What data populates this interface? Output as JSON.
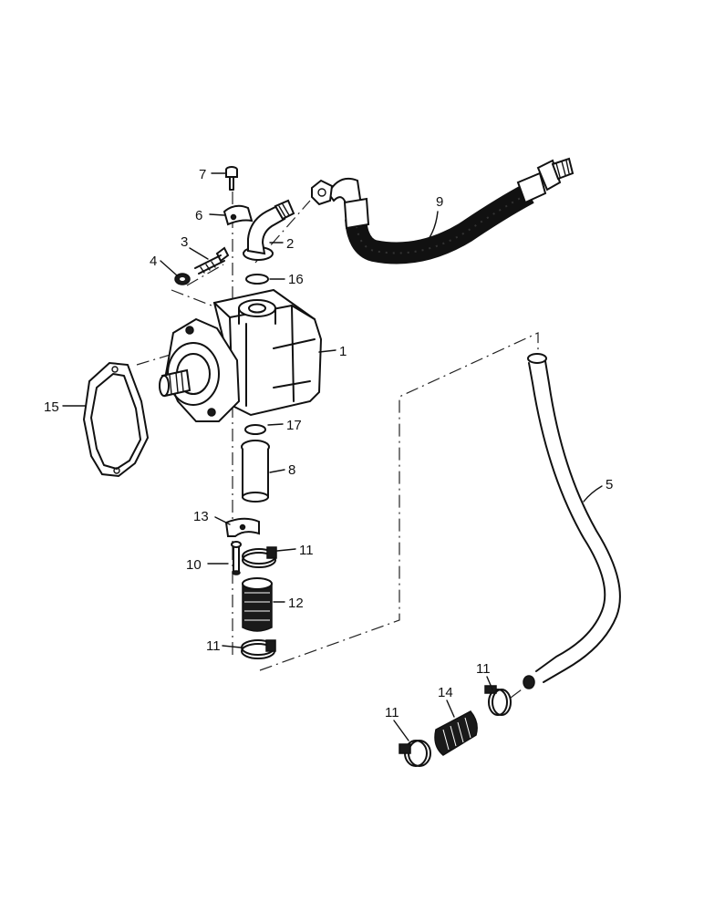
{
  "diagram": {
    "labels": {
      "p1": "1",
      "p2": "2",
      "p3": "3",
      "p4": "4",
      "p5": "5",
      "p6": "6",
      "p7": "7",
      "p8": "8",
      "p9": "9",
      "p10": "10",
      "p11a": "11",
      "p11b": "11",
      "p11c": "11",
      "p11d": "11",
      "p12": "12",
      "p13": "13",
      "p14": "14",
      "p15": "15",
      "p16": "16",
      "p17": "17"
    }
  }
}
